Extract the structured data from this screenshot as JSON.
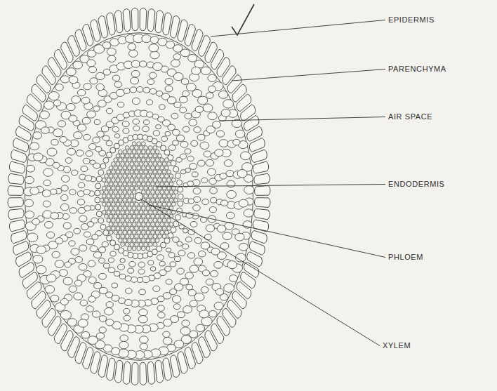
{
  "diagram": {
    "labels": [
      "EPIDERMIS",
      "PARENCHYMA",
      "AIR SPACE",
      "ENDODERMIS",
      "PHLOEM",
      "XYLEM"
    ]
  }
}
